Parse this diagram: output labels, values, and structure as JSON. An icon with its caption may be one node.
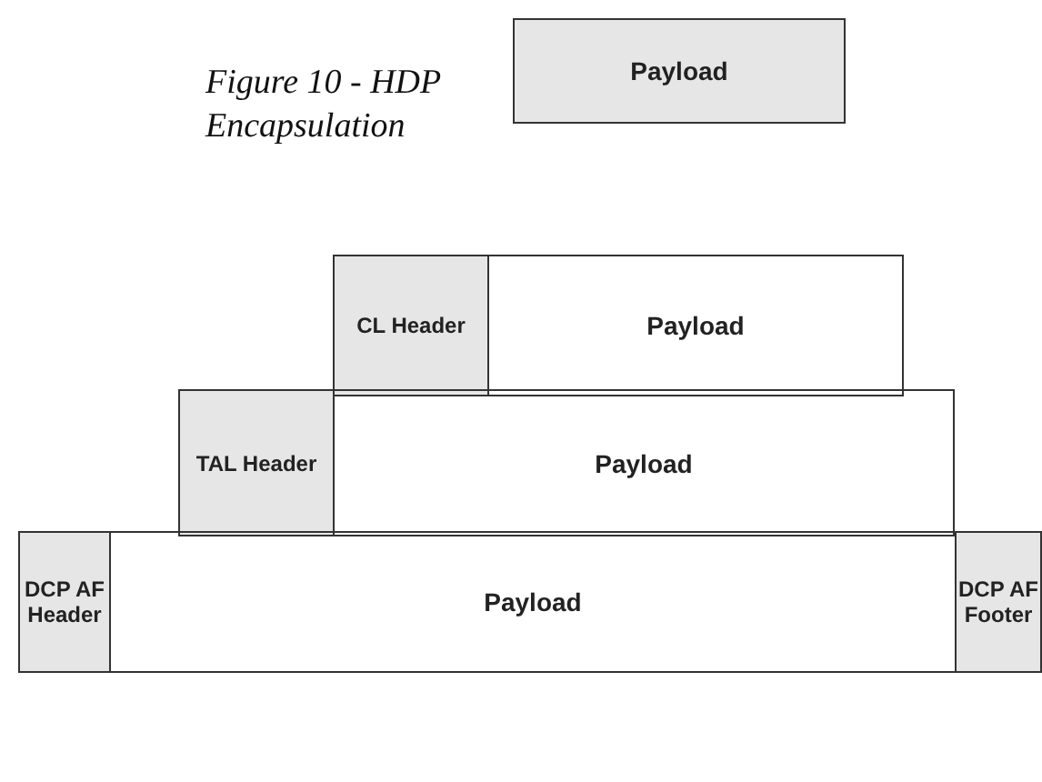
{
  "diagram": {
    "title": "Figure 10 - HDP Encapsulation",
    "nodes": [
      {
        "text": [
          "Payload"
        ]
      },
      {
        "text": [
          "CL Header"
        ]
      },
      {
        "text": [
          "Payload"
        ]
      },
      {
        "text": [
          "TAL Header"
        ]
      },
      {
        "text": [
          "Payload"
        ]
      },
      {
        "text": [
          "DCP AF Header"
        ]
      },
      {
        "text": [
          "Payload"
        ]
      },
      {
        "text": [
          "DCP AF Footer"
        ]
      }
    ],
    "edges": []
  }
}
